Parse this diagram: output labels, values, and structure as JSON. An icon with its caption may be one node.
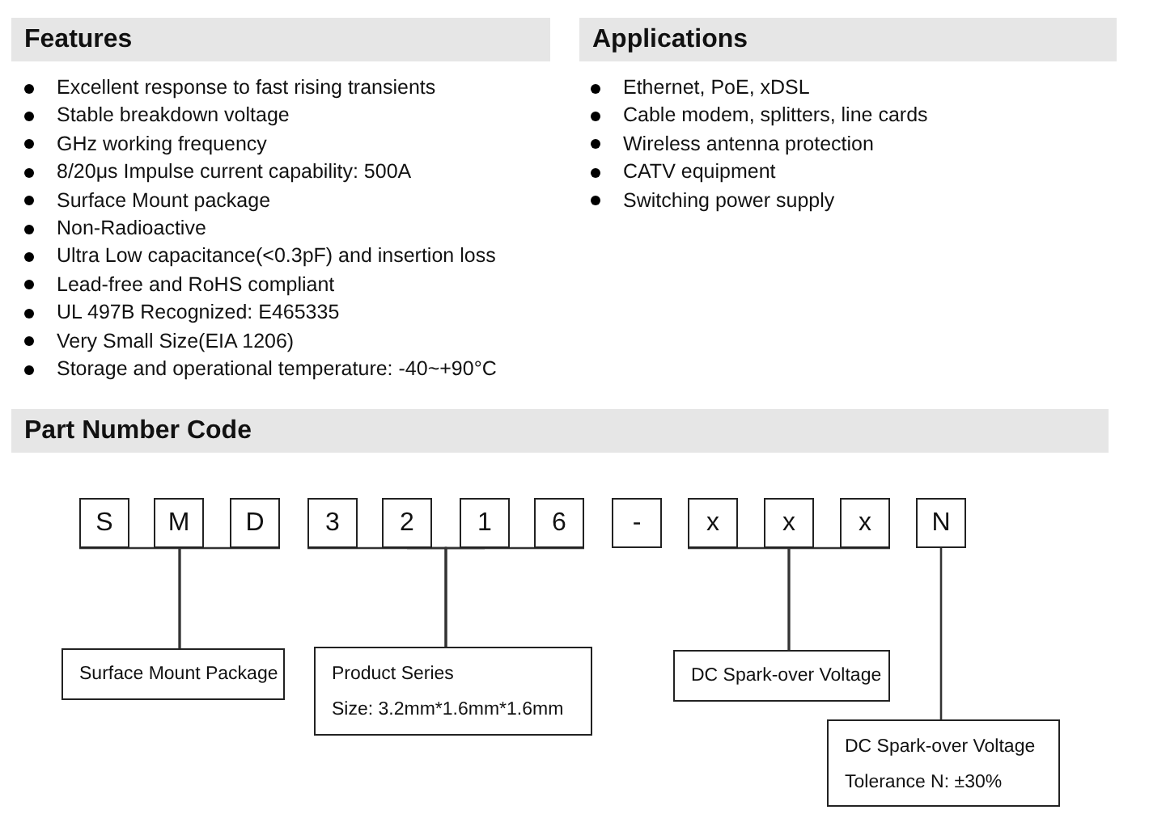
{
  "diagram": {
    "nodes": [
      {
        "text": [
          "S"
        ]
      },
      {
        "text": [
          "M"
        ]
      },
      {
        "text": [
          "D"
        ]
      },
      {
        "text": [
          "3"
        ]
      },
      {
        "text": [
          "2"
        ]
      },
      {
        "text": [
          "1"
        ]
      },
      {
        "text": [
          "6"
        ]
      },
      {
        "text": [
          "-"
        ]
      },
      {
        "text": [
          "x"
        ]
      },
      {
        "text": [
          "x"
        ]
      },
      {
        "text": [
          "x"
        ]
      },
      {
        "text": [
          "N"
        ]
      },
      {
        "text": [
          "Surface Mount Package"
        ]
      },
      {
        "text": [
          "Product Series",
          "Size: 3.2mm*1.6mm*1.6mm"
        ]
      },
      {
        "text": [
          "DC Spark-over Voltage"
        ]
      },
      {
        "text": [
          "DC Spark-over Voltage",
          "Tolerance N: ±30%"
        ]
      }
    ],
    "edges": [
      {
        "from": 0,
        "to": 12,
        "arrow": "none"
      },
      {
        "from": 1,
        "to": 12,
        "arrow": "none"
      },
      {
        "from": 2,
        "to": 12,
        "arrow": "none"
      },
      {
        "from": 3,
        "to": 13,
        "arrow": "none"
      },
      {
        "from": 4,
        "to": 13,
        "arrow": "none"
      },
      {
        "from": 5,
        "to": 13,
        "arrow": "none"
      },
      {
        "from": 6,
        "to": 13,
        "arrow": "none"
      },
      {
        "from": 8,
        "to": 14,
        "arrow": "none"
      },
      {
        "from": 9,
        "to": 14,
        "arrow": "none"
      },
      {
        "from": 10,
        "to": 14,
        "arrow": "none"
      },
      {
        "from": 11,
        "to": 15,
        "arrow": "none"
      }
    ],
    "labels": [
      "Features",
      "Excellent response to fast rising transients",
      "Stable breakdown voltage",
      "GHz working frequency",
      "8/20μs Impulse current capability: 500A",
      "Surface Mount package",
      "Non-Radioactive",
      "Ultra Low capacitance(<0.3pF) and insertion loss",
      "Lead-free and RoHS compliant",
      "UL 497B Recognized: E465335",
      "Very Small Size(EIA 1206)",
      "Storage and operational temperature: -40~+90°C",
      "Applications",
      "Ethernet, PoE, xDSL",
      "Cable modem, splitters, line cards",
      "Wireless antenna protection",
      "CATV equipment",
      "Switching power supply",
      "Part Number Code"
    ]
  }
}
